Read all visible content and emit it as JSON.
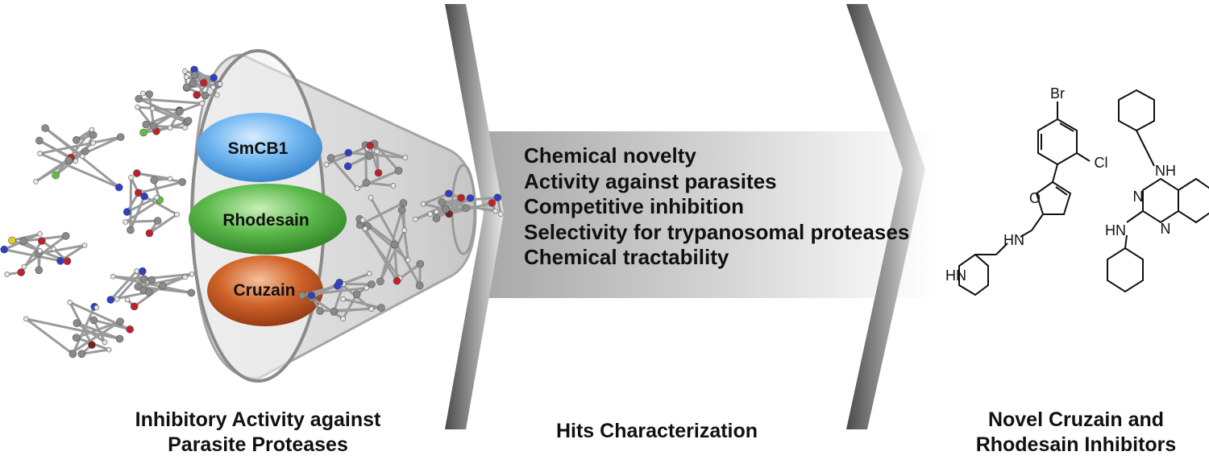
{
  "stages": {
    "left": {
      "caption_lines": [
        "Inhibitory Activity against",
        "Parasite Proteases"
      ],
      "targets": [
        {
          "label": "SmCB1",
          "color": "#5aa8e8"
        },
        {
          "label": "Rhodesain",
          "color": "#4aa840"
        },
        {
          "label": "Cruzain",
          "color": "#c9541e"
        }
      ]
    },
    "middle": {
      "caption": "Hits Characterization",
      "criteria": [
        "Chemical novelty",
        "Activity against parasites",
        "Competitive inhibition",
        "Selectivity for trypanosomal proteases",
        "Chemical tractability"
      ]
    },
    "right": {
      "caption_lines": [
        "Novel Cruzain and",
        "Rhodesain Inhibitors"
      ],
      "structure_1": {
        "atoms": [
          "Br",
          "Cl",
          "O",
          "HN",
          "HN"
        ]
      },
      "structure_2": {
        "atoms": [
          "NH",
          "N",
          "N",
          "HN"
        ]
      }
    }
  },
  "colors": {
    "chevron": "#6e6e6e",
    "funnel": "#cfcfcf",
    "criteria_band": "#bdbdbd",
    "atom_carbon": "#8a8a8a",
    "atom_nitrogen": "#2d3fc4",
    "atom_oxygen": "#c0202a",
    "atom_halogen_green": "#5cc23c",
    "atom_bromine": "#7a1f1f",
    "atom_sulfur": "#e0d21e"
  }
}
